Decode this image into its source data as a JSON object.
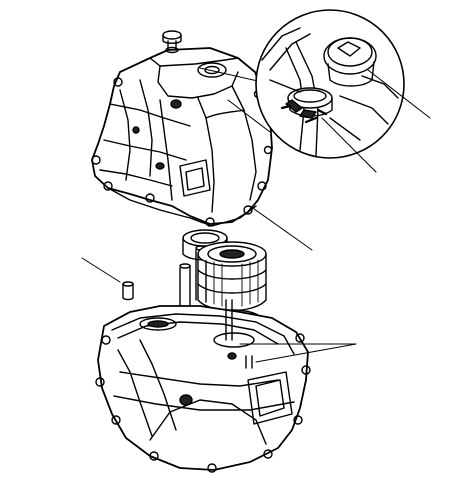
{
  "diagram": {
    "labels": [],
    "parts": [
      "transmission-housing",
      "drain-plug",
      "inset-detail-magnified",
      "gear-shaft-assembly",
      "clutch-housing",
      "dowel-pin"
    ],
    "leader_count": 6
  },
  "colors": {
    "line": "#000000",
    "fill": "#ffffff",
    "shade": "#222222"
  }
}
